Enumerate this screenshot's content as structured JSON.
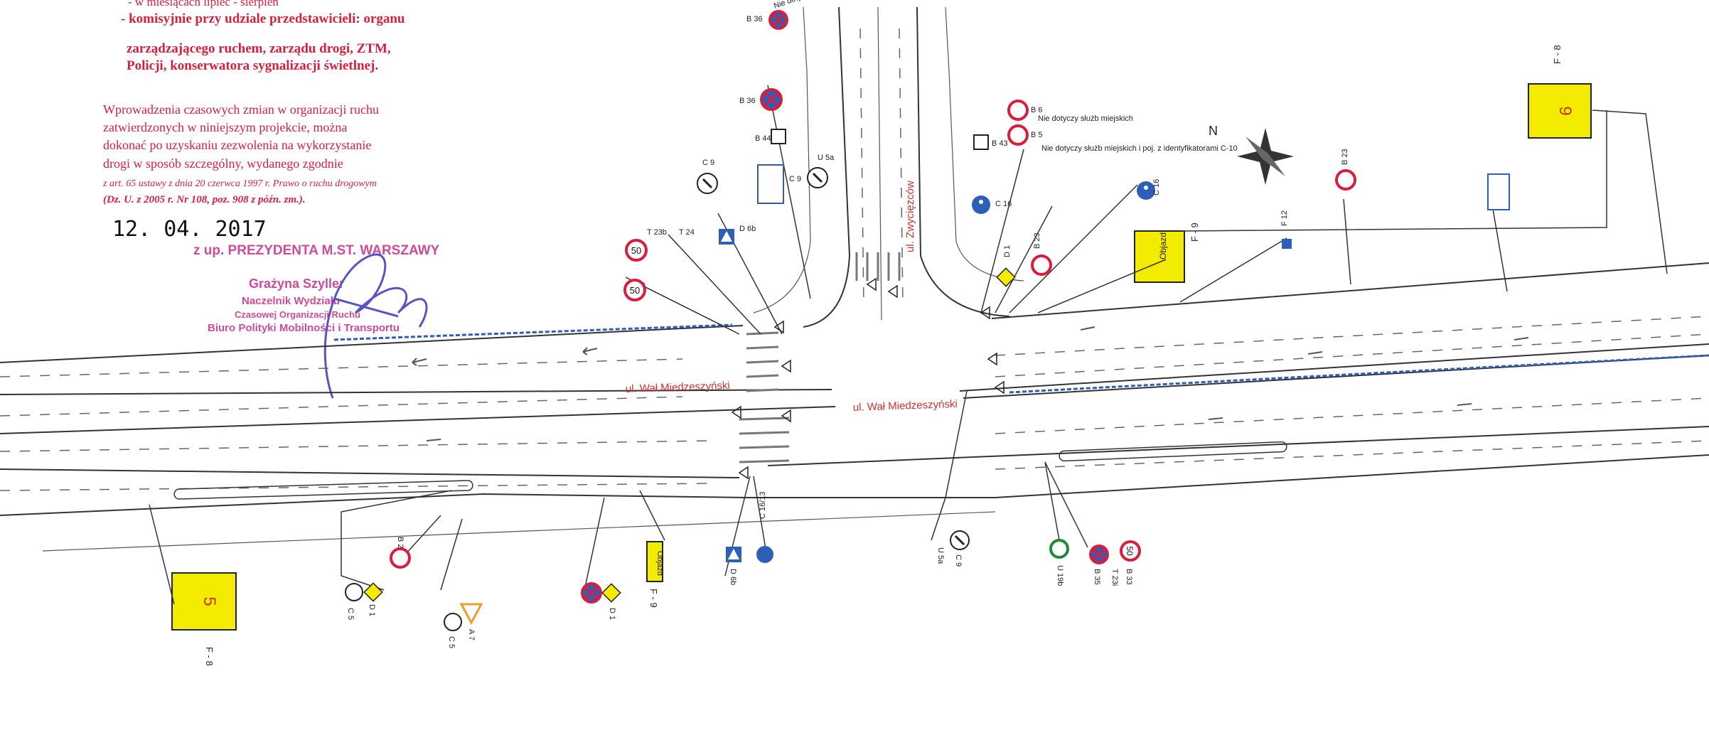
{
  "stamp": {
    "top_lines": [
      "- w miesiącach lipiec - sierpień",
      "- komisyjnie przy udziale przedstawicieli: organu",
      "zarządzającego ruchem, zarządu drogi, ZTM,",
      "Policji, konserwatora sygnalizacji świetlnej."
    ],
    "permit_lines": [
      "Wprowadzenia czasowych zmian w organizacji ruchu",
      "zatwierdzonych w niniejszym projekcie, można",
      "dokonać po uzyskaniu zezwolenia na wykorzystanie",
      "drogi w sposób szczególny, wydanego zgodnie",
      "z art. 65 ustawy z dnia 20 czerwca 1997 r. Prawo o ruchu drogowym",
      "(Dz. U. z 2005 r. Nr 108, poz. 908 z późn. zm.)."
    ],
    "date": "12. 04. 2017",
    "authority": "z up. PREZYDENTA M.ST. WARSZAWY",
    "official_name": "Grażyna Szyller",
    "official_lines": [
      "Naczelnik Wydziału",
      "Czasowej Organizacji Ruchu",
      "Biuro Polityki Mobilności i Transportu"
    ]
  },
  "streets": {
    "main_left": "ul. Wał Miedzeszyński",
    "main_right": "ul. Wał Miedzeszyński",
    "cross": "ul. Zwycięzców"
  },
  "boards": {
    "five": {
      "number": "5",
      "code": "F - 8"
    },
    "nine": {
      "number": "9",
      "code": "F - 8"
    },
    "objazd_label": "Objazd",
    "objazd_code": "F - 9"
  },
  "sign_codes": [
    "B 36",
    "B 44",
    "U 5a",
    "C 9",
    "D 6b",
    "B 33",
    "T 23b",
    "T 24",
    "B 6",
    "B 5",
    "B 43",
    "C 16",
    "B 23",
    "F 12",
    "C 16/13",
    "D 1",
    "A 7",
    "C 5",
    "B 2",
    "B 35",
    "U 19b",
    "T 23i"
  ],
  "sign_notes": [
    "Nie dotyczy służb miejskich",
    "Nie dotyczy służb miejskich i poj. z identyfikatorami C-10",
    "Nie dotyczy"
  ],
  "speed_value": "50",
  "compass_label": "N",
  "colors": {
    "stamp_red": "#d81e3c",
    "stamp_pink": "#d04a9a",
    "board_yellow": "#f4ec00",
    "street_red": "#d0312d",
    "blue_line": "#2d5fb8"
  }
}
